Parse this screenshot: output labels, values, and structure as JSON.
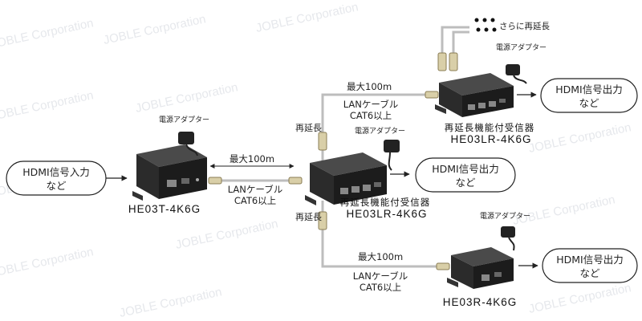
{
  "watermark": "JOBLE Corporation",
  "source": {
    "line1": "HDMI信号入力",
    "line2": "など"
  },
  "outputs": [
    {
      "line1": "HDMI信号出力",
      "line2": "など"
    },
    {
      "line1": "HDMI信号出力",
      "line2": "など"
    },
    {
      "line1": "HDMI信号出力",
      "line2": "など"
    }
  ],
  "devices": {
    "transmitter": {
      "model": "HE03T-4K6G"
    },
    "repeater_middle": {
      "caption": "再延長機能付受信器",
      "model": "HE03LR-4K6G"
    },
    "repeater_top": {
      "caption": "再延長機能付受信器",
      "model": "HE03LR-4K6G"
    },
    "receiver": {
      "model": "HE03R-4K6G"
    }
  },
  "power_adapter": "電源アダプター",
  "links": {
    "max_distance": "最大100m",
    "cable_type": "LANケーブル",
    "cable_grade": "CAT6以上",
    "re_extend": "再延長",
    "further_extend": "さらに再延長"
  }
}
